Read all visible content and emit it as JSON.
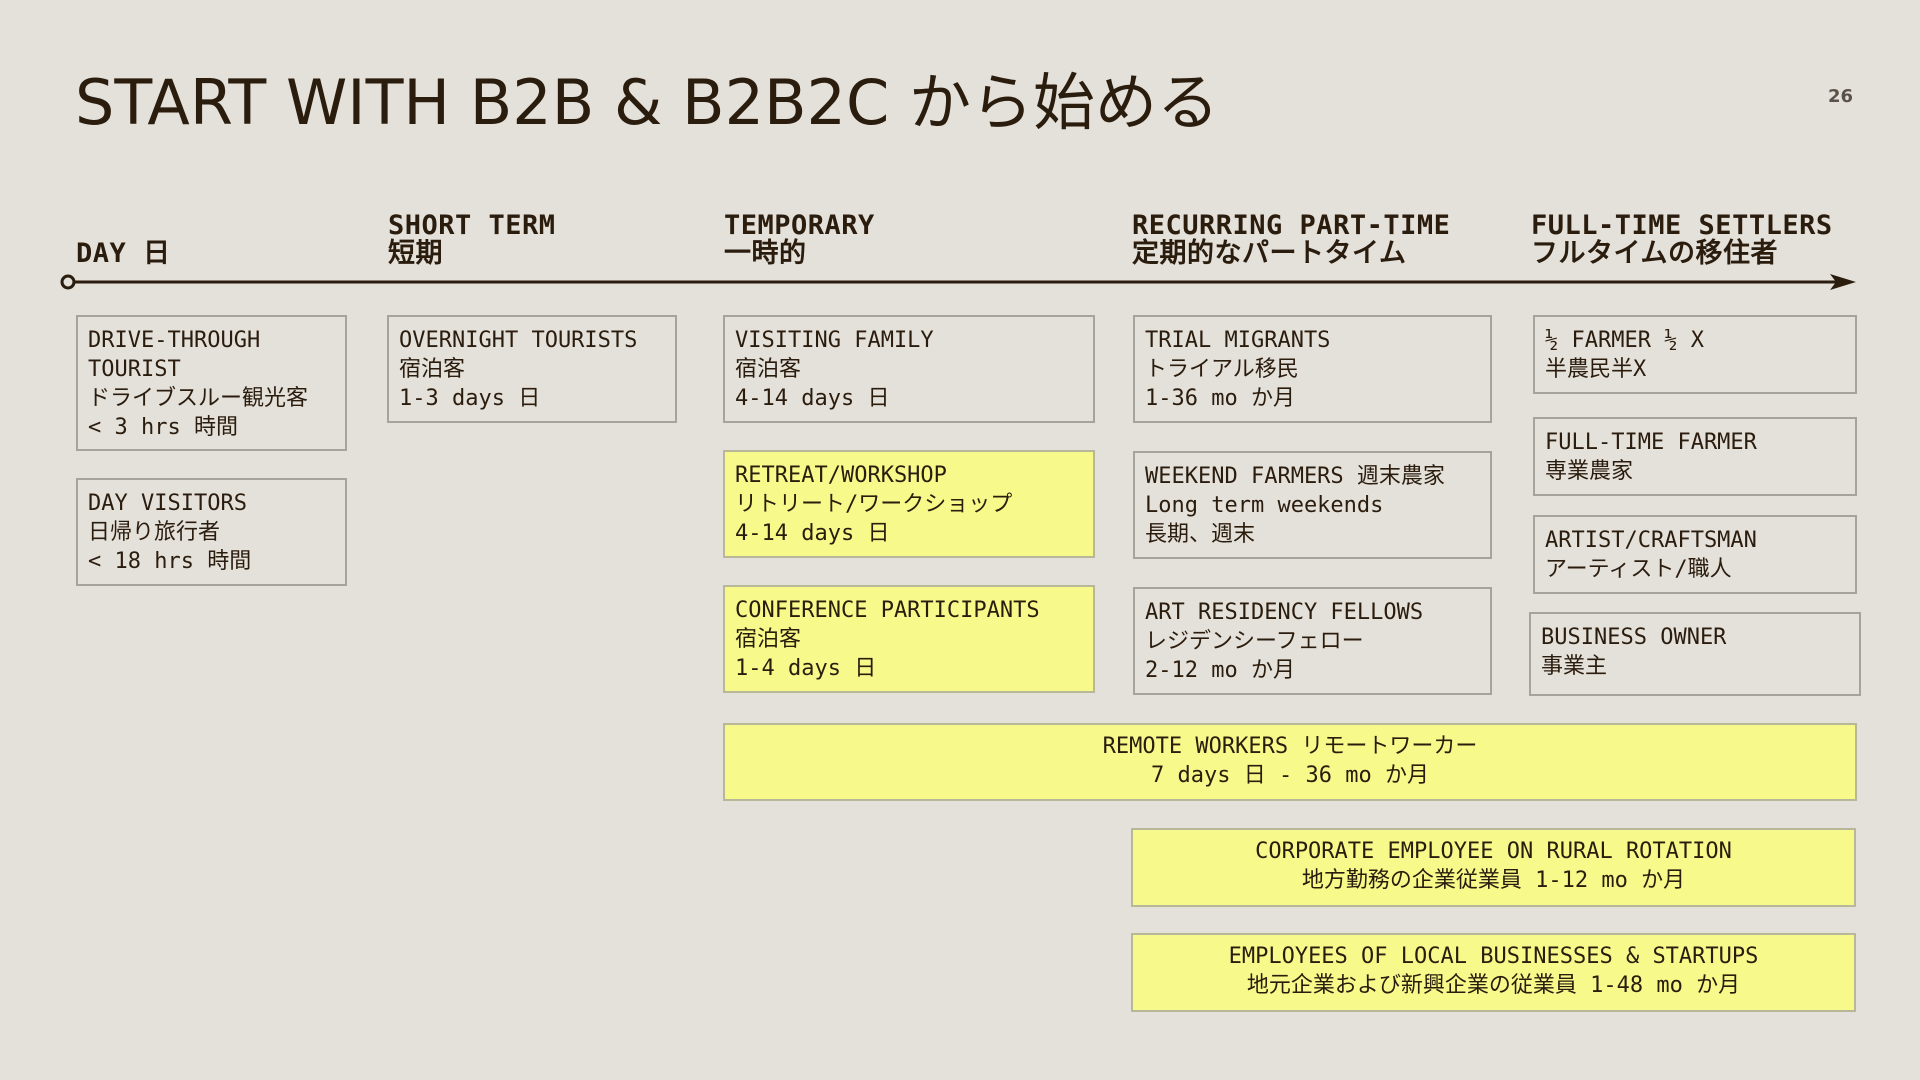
{
  "slide": {
    "title": "START WITH B2B & B2B2C から始める",
    "page_number": "26"
  },
  "stages": [
    {
      "en": "DAY 日",
      "ja": ""
    },
    {
      "en": "SHORT TERM",
      "ja": "短期"
    },
    {
      "en": "TEMPORARY",
      "ja": "一時的"
    },
    {
      "en": "RECURRING PART-TIME",
      "ja": "定期的なパートタイム"
    },
    {
      "en": "FULL-TIME SETTLERS",
      "ja": "フルタイムの移住者"
    }
  ],
  "groups": {
    "drive_through": {
      "l1": "DRIVE-THROUGH",
      "l2": "TOURIST",
      "l3": "ドライブスルー観光客",
      "l4": "< 3 hrs 時間"
    },
    "day_visitors": {
      "l1": "DAY VISITORS",
      "l2": "日帰り旅行者",
      "l3": "< 18 hrs 時間"
    },
    "overnight": {
      "l1": "OVERNIGHT TOURISTS",
      "l2": "宿泊客",
      "l3": "1-3 days 日"
    },
    "visiting_family": {
      "l1": "VISITING FAMILY",
      "l2": "宿泊客",
      "l3": "4-14 days 日"
    },
    "retreat": {
      "l1": "RETREAT/WORKSHOP",
      "l2": "リトリート/ワークショップ",
      "l3": "4-14 days 日"
    },
    "conference": {
      "l1": "CONFERENCE PARTICIPANTS",
      "l2": "宿泊客",
      "l3": "1-4 days 日"
    },
    "trial_migrants": {
      "l1": "TRIAL MIGRANTS",
      "l2": "トライアル移民",
      "l3": "1-36 mo か月"
    },
    "weekend_farmers": {
      "l1": "WEEKEND FARMERS 週末農家",
      "l2": "Long term weekends",
      "l3": "長期、週末"
    },
    "art_residency": {
      "l1": "ART RESIDENCY FELLOWS",
      "l2": "レジデンシーフェロー",
      "l3": "2-12 mo か月"
    },
    "half_farmer": {
      "l1": "½ FARMER ½ X",
      "l2": "半農民半X"
    },
    "fulltime_farmer": {
      "l1": "FULL-TIME FARMER",
      "l2": "専業農家"
    },
    "artist": {
      "l1": "ARTIST/CRAFTSMAN",
      "l2": "アーティスト/職人"
    },
    "business_owner": {
      "l1": "BUSINESS OWNER",
      "l2": "事業主"
    },
    "remote_workers": {
      "l1": "REMOTE WORKERS リモートワーカー",
      "l2": "7 days 日 - 36 mo か月"
    },
    "corporate": {
      "l1": "CORPORATE EMPLOYEE ON RURAL ROTATION",
      "l2": "地方勤務の企業従業員 1-12 mo か月"
    },
    "employees_local": {
      "l1": "EMPLOYEES OF LOCAL BUSINESSES & STARTUPS",
      "l2": "地元企業および新興企業の従業員 1-48 mo か月"
    }
  },
  "colors": {
    "background": "#e4e0da",
    "text": "#2b1d0e",
    "highlight": "#f7f98b",
    "border": "#a7a29a"
  }
}
